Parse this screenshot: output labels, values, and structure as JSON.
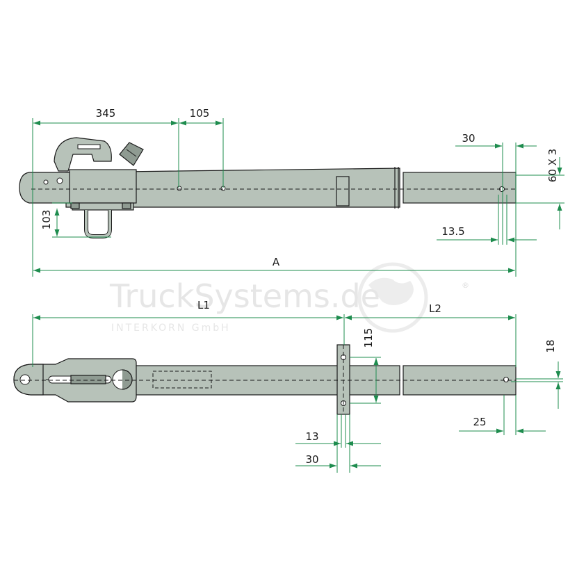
{
  "watermark": {
    "brand": "TruckSystems.de",
    "registered": "®",
    "company": "INTERKORN GmbH"
  },
  "colors": {
    "dimension_line": "#1e8c4e",
    "part_fill": "#b7c2b9",
    "part_dark": "#8f9b92",
    "outline": "#1a1a1a"
  },
  "top_view": {
    "dim_345": "345",
    "dim_105": "105",
    "dim_30": "30",
    "dim_60x3": "60 X 3",
    "dim_103": "103",
    "dim_13_5": "13.5",
    "dim_A": "A"
  },
  "bottom_view": {
    "dim_L1": "L1",
    "dim_L2": "L2",
    "dim_115": "115",
    "dim_18": "18",
    "dim_25": "25",
    "dim_13": "13",
    "dim_30": "30"
  }
}
